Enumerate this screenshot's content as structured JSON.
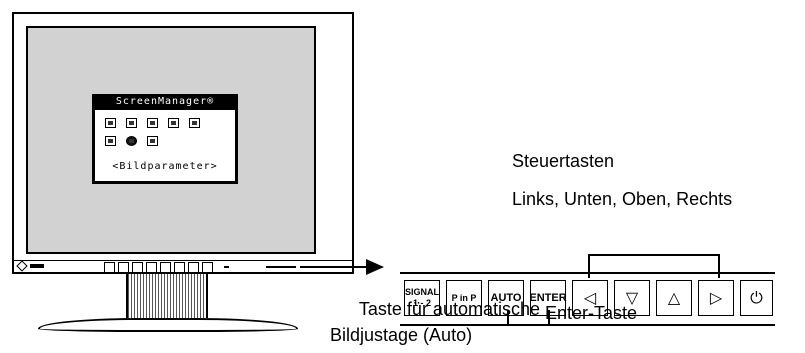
{
  "osd": {
    "title": "ScreenManager®",
    "label": "<Bildparameter>"
  },
  "panel": {
    "signal_line1": "SIGNAL",
    "signal_line2": "1 - 2",
    "pinp_label": "P in P",
    "auto_label": "AUTO",
    "enter_label": "ENTER",
    "left_glyph": "◁",
    "down_glyph": "▽",
    "up_glyph": "△",
    "right_glyph": "▷",
    "power_glyph": "⏻"
  },
  "callouts": {
    "steuertasten": "Steuertasten",
    "directions": "Links, Unten, Oben, Rechts",
    "auto_line1": "Taste für automatische",
    "auto_line2": "Bildjustage (Auto)",
    "enter": "Enter-Taste"
  }
}
